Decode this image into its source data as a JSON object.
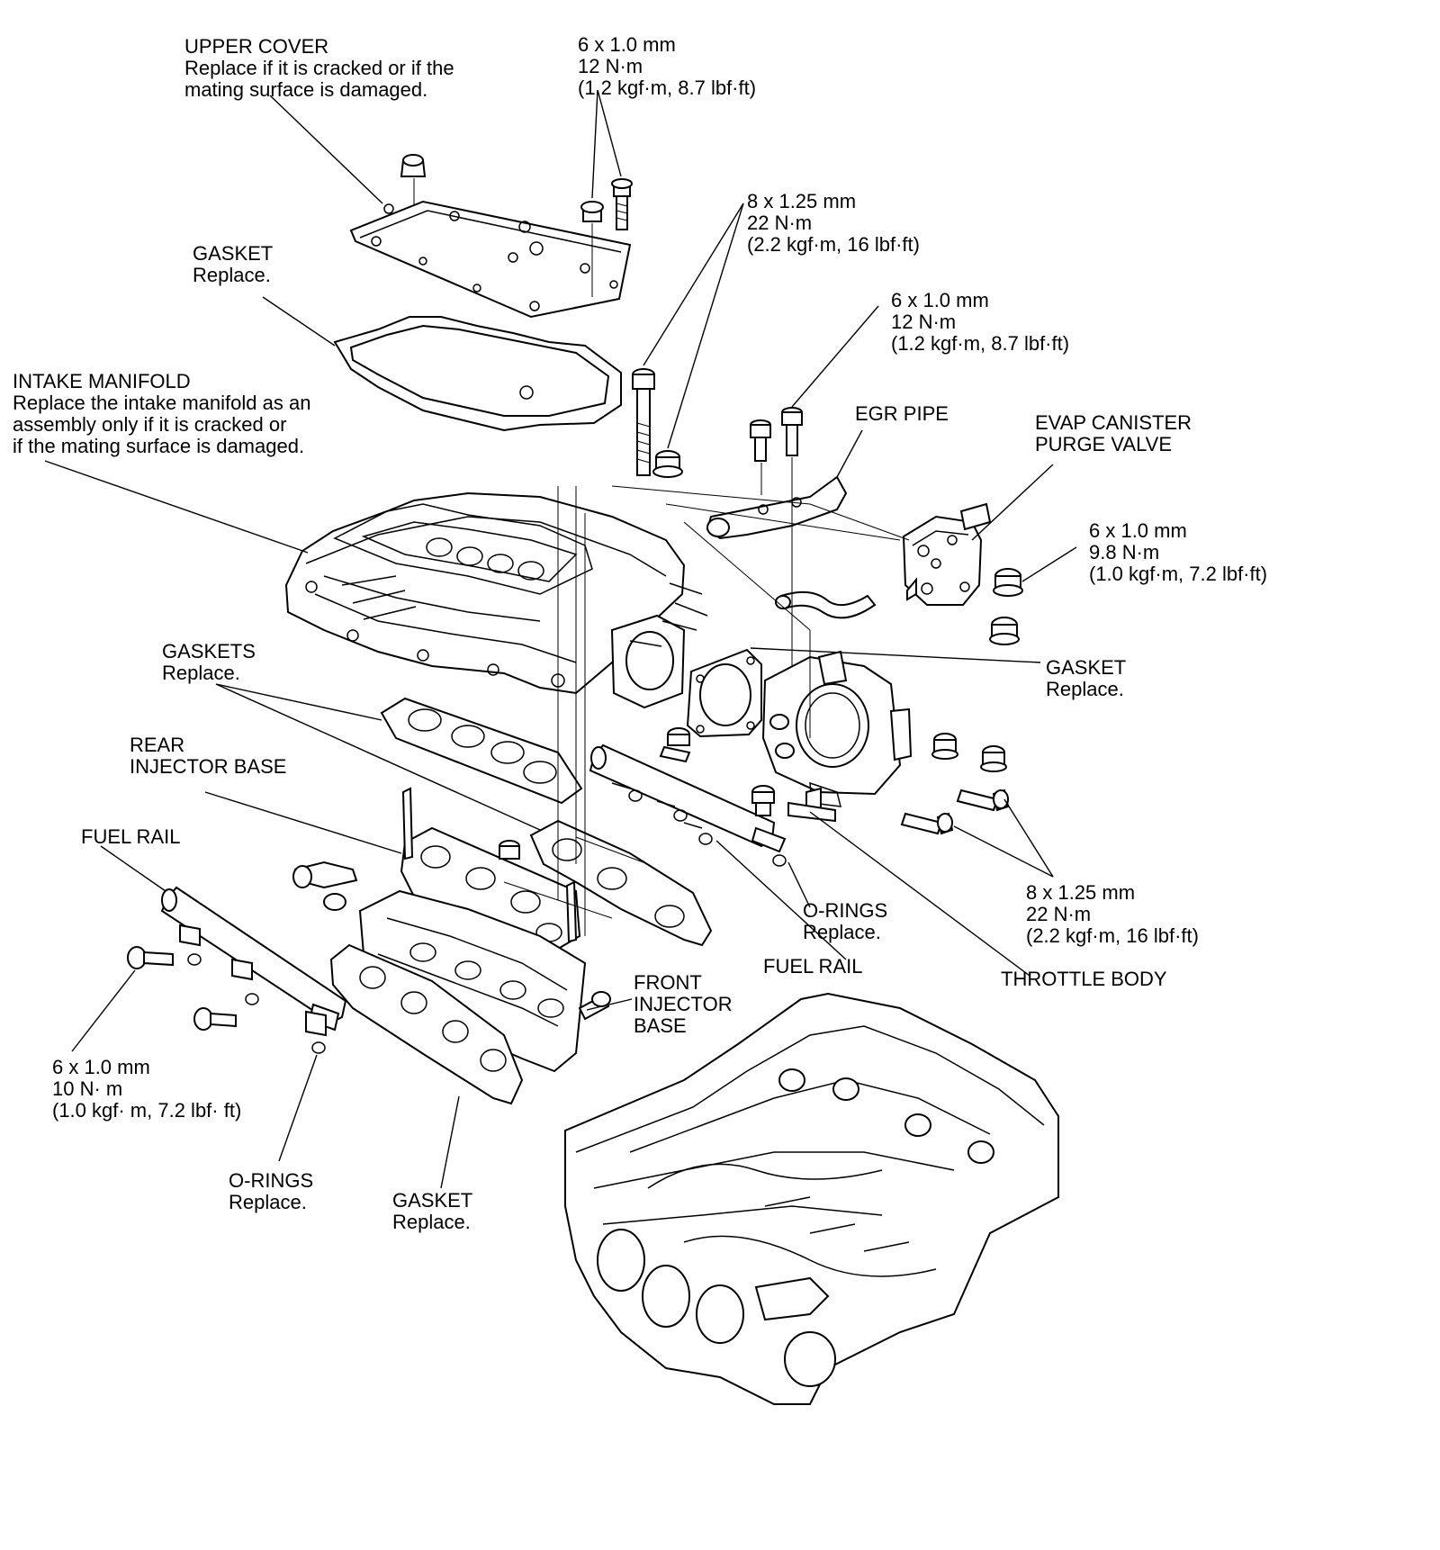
{
  "labels": {
    "upper_cover": [
      "UPPER COVER",
      "Replace if it is cracked or if the",
      "mating surface is damaged."
    ],
    "bolt_6x1_12nm_top": [
      "6 x 1.0 mm",
      "12 N·m",
      "(1.2 kgf·m, 8.7 lbf·ft)"
    ],
    "bolt_8x125_22nm_top": [
      "8 x 1.25 mm",
      "22 N·m",
      "(2.2 kgf·m, 16 lbf·ft)"
    ],
    "gasket_top": [
      "GASKET",
      "Replace."
    ],
    "bolt_6x1_12nm_egr": [
      "6 x 1.0 mm",
      "12 N·m",
      "(1.2 kgf·m, 8.7 lbf·ft)"
    ],
    "intake_manifold": [
      "INTAKE MANIFOLD",
      "Replace the intake manifold as an",
      "assembly only if it is cracked or",
      "if the mating surface is damaged."
    ],
    "egr_pipe": [
      "EGR PIPE"
    ],
    "evap_valve": [
      "EVAP CANISTER",
      "PURGE VALVE"
    ],
    "bolt_6x1_98nm": [
      "6 x 1.0 mm",
      "9.8 N·m",
      "(1.0 kgf·m, 7.2 lbf·ft)"
    ],
    "gaskets_mid": [
      "GASKETS",
      "Replace."
    ],
    "gasket_throttle": [
      "GASKET",
      "Replace."
    ],
    "rear_injector_base": [
      "REAR",
      "INJECTOR BASE"
    ],
    "fuel_rail_left": [
      "FUEL RAIL"
    ],
    "o_rings_right": [
      "O-RINGS",
      "Replace."
    ],
    "bolt_8x125_22nm_right": [
      "8 x 1.25 mm",
      "22 N·m",
      "(2.2 kgf·m, 16 lbf·ft)"
    ],
    "fuel_rail_center": [
      "FUEL RAIL"
    ],
    "throttle_body": [
      "THROTTLE BODY"
    ],
    "front_injector_base": [
      "FRONT",
      "INJECTOR",
      "BASE"
    ],
    "bolt_6x1_10nm": [
      "6 x 1.0 mm",
      "10 N·  m",
      "(1.0 kgf·  m, 7.2 lbf·  ft)"
    ],
    "o_rings_left": [
      "O-RINGS",
      "Replace."
    ],
    "gasket_bottom": [
      "GASKET",
      "Replace."
    ]
  }
}
